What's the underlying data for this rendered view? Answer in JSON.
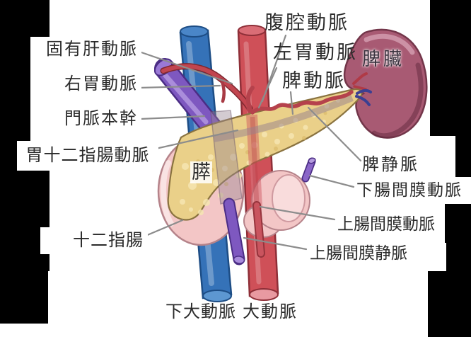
{
  "figure": {
    "description": "Anatomical illustration of the pancreas, duodenum and spleen with surrounding blood vessels, Japanese labels",
    "background_color": "#000000",
    "panel_color": "#ffffff"
  },
  "colors": {
    "artery_red": "#cf5058",
    "artery_red_dark": "#8e2f38",
    "artery_thin": "#b5424c",
    "vein_blue": "#3572b8",
    "vein_blue_dark": "#1d4d85",
    "vein_blue_light": "#5d97d1",
    "portal_purple": "#7e58c0",
    "portal_purple_dark": "#4b2d85",
    "portal_purple_light": "#a88bdc",
    "spleen": "#a85a73",
    "spleen_dark": "#73364a",
    "pancreas": "#ead089",
    "pancreas_outline": "#8a7340",
    "duodenum_pink": "#f3c6c6",
    "duodenum_outline": "#b5838a",
    "leader_line": "#8c8c8c",
    "label_text": "#2b2b2b"
  },
  "labels": {
    "celiac_artery": "腹腔動脈",
    "proper_hepatic_artery": "固有肝動脈",
    "left_gastric_artery": "左胃動脈",
    "right_gastric_artery": "右胃動脈",
    "splenic_artery": "脾動脈",
    "spleen": "脾臟",
    "portal_vein_trunk": "門脈本幹",
    "gastroduodenal_artery": "胃十二指腸動脈",
    "pancreas": "膵",
    "splenic_vein": "脾静脈",
    "inferior_mesenteric_vessel": "下腸間膜動脈",
    "superior_mesenteric_artery": "上腸間膜動脈",
    "superior_mesenteric_vein": "上腸間膜静脈",
    "duodenum": "十二指腸",
    "inferior_vena_cava": "下大動脈",
    "aorta": "大動脈"
  }
}
